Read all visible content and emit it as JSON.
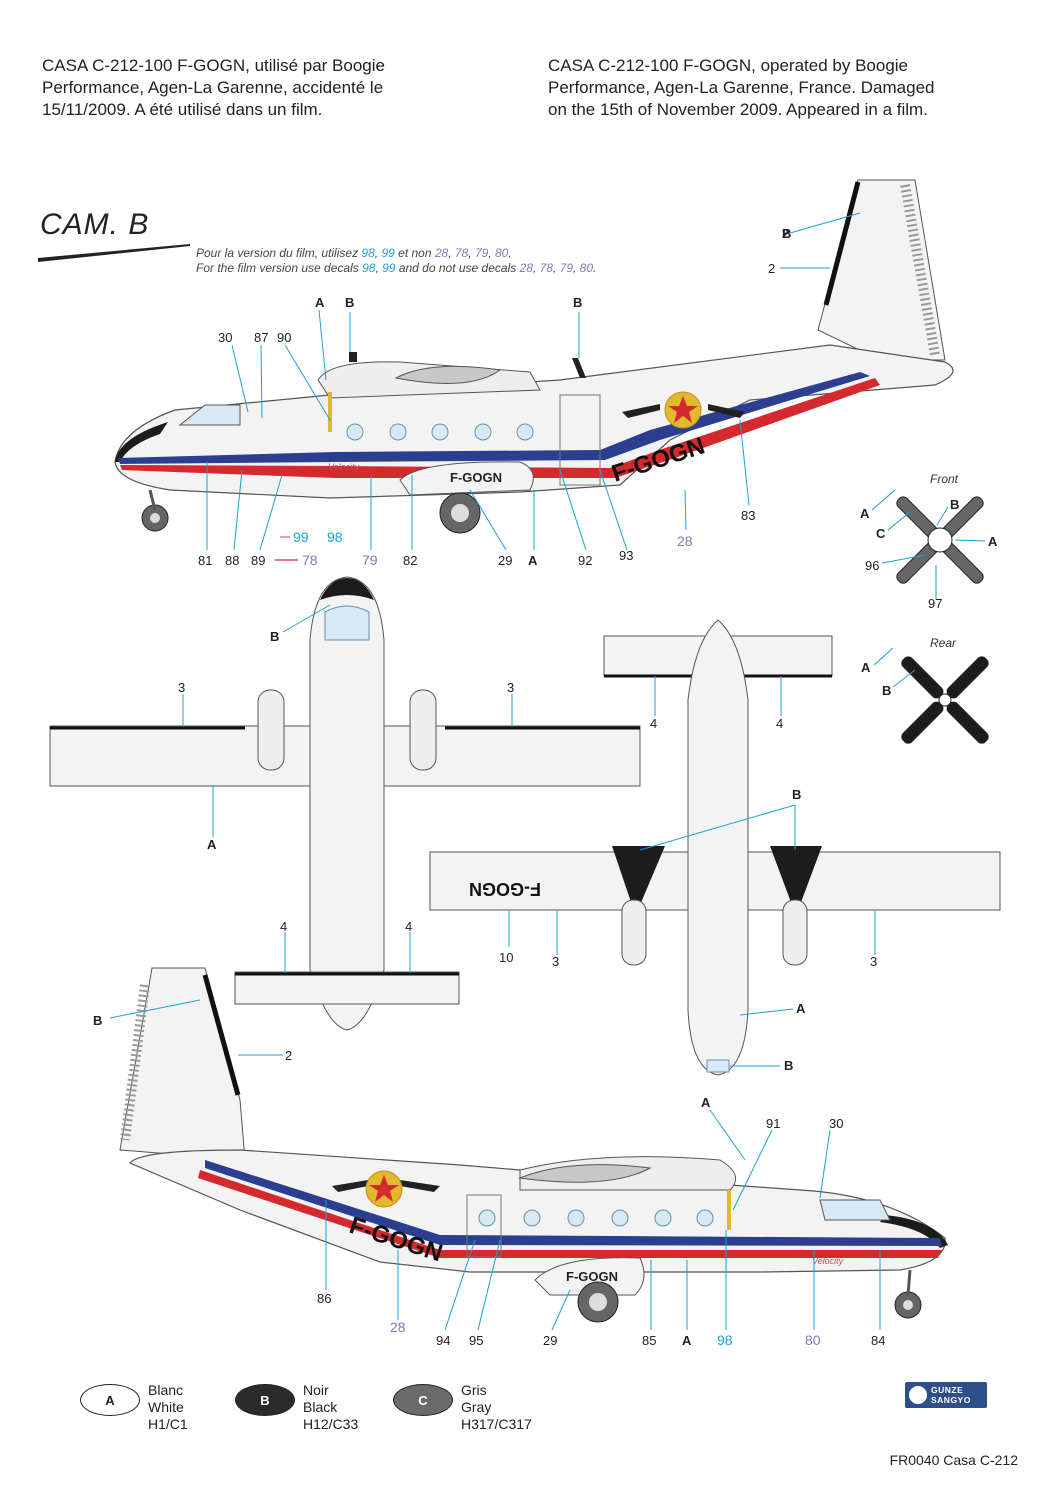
{
  "header": {
    "fr_lines": [
      "CASA C-212-100 F-GOGN, utilisé par Boogie",
      "Performance, Agen-La Garenne, accidenté le",
      "15/11/2009. A été utilisé dans un film."
    ],
    "en_lines": [
      "CASA C-212-100 F-GOGN, operated by Boogie",
      "Performance, Agen-La Garenne, France. Damaged",
      "on the 15th of November 2009. Appeared in a film."
    ]
  },
  "scheme_title": "CAM. B",
  "notes": {
    "fr_prefix": "Pour la version du film, utilisez",
    "fr_mid": "et non",
    "en_prefix": "For the film version use decals",
    "en_mid": "and do not use decals",
    "use": [
      "98",
      "99"
    ],
    "do_not_use": [
      "28",
      "78",
      "79",
      "80"
    ]
  },
  "registration": "F-GOGN",
  "titles": {
    "front": "Front",
    "rear": "Rear"
  },
  "side_top_callouts": {
    "top": [
      "A",
      "B",
      "B",
      "B",
      "30",
      "87",
      "90",
      "2"
    ],
    "bottom": [
      "81",
      "88",
      "89",
      "99",
      "98",
      "78",
      "79",
      "82",
      "29",
      "A",
      "92",
      "93",
      "28",
      "83"
    ]
  },
  "plan_callouts": [
    "B",
    "3",
    "3",
    "A",
    "4",
    "4",
    "4",
    "4",
    "B",
    "10",
    "3",
    "3",
    "A",
    "B"
  ],
  "prop_callouts": [
    "A",
    "B",
    "C",
    "A",
    "96",
    "97",
    "A",
    "B"
  ],
  "side_bottom_callouts": {
    "top": [
      "B",
      "2",
      "A",
      "91",
      "30"
    ],
    "bottom": [
      "86",
      "28",
      "94",
      "95",
      "29",
      "85",
      "A",
      "98",
      "80",
      "84"
    ]
  },
  "legend": [
    {
      "code": "A",
      "fr": "Blanc",
      "en": "White",
      "ref": "H1/C1",
      "color": "#ffffff",
      "text_color": "#222222"
    },
    {
      "code": "B",
      "fr": "Noir",
      "en": "Black",
      "ref": "H12/C33",
      "color": "#2b2b2b",
      "text_color": "#ffffff"
    },
    {
      "code": "C",
      "fr": "Gris",
      "en": "Gray",
      "ref": "H317/C317",
      "color": "#6b6b6b",
      "text_color": "#ffffff"
    }
  ],
  "brand_logo": [
    "GUNZE",
    "SANGYO"
  ],
  "footer": "FR0040 Casa C-212",
  "colors": {
    "stripe_red": "#d42a2e",
    "stripe_blue": "#2b3e8f",
    "decal_blue": "#1e9fd6",
    "decal_purple": "#7e7ab8",
    "fuselage": "#f3f3f3",
    "black": "#1c1c1c"
  }
}
